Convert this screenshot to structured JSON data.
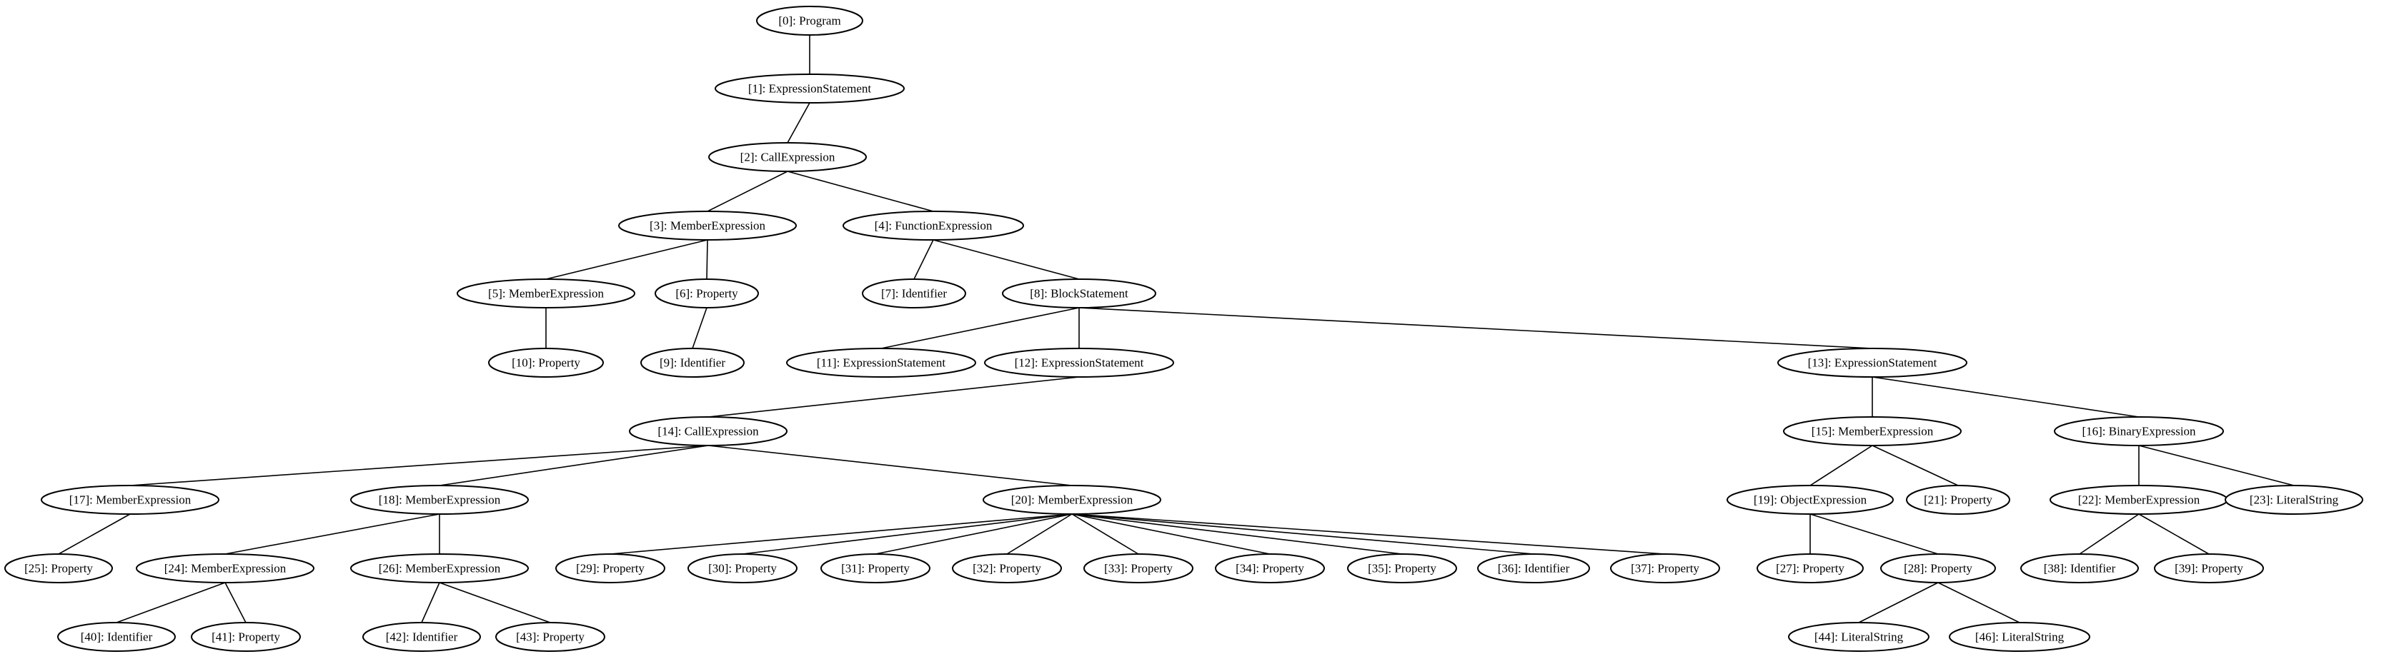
{
  "graph": {
    "nodes": [
      {
        "id": 0,
        "label": "[0]: Program"
      },
      {
        "id": 1,
        "label": "[1]: ExpressionStatement"
      },
      {
        "id": 2,
        "label": "[2]: CallExpression"
      },
      {
        "id": 3,
        "label": "[3]: MemberExpression"
      },
      {
        "id": 4,
        "label": "[4]: FunctionExpression"
      },
      {
        "id": 5,
        "label": "[5]: MemberExpression"
      },
      {
        "id": 6,
        "label": "[6]: Property"
      },
      {
        "id": 7,
        "label": "[7]: Identifier"
      },
      {
        "id": 8,
        "label": "[8]: BlockStatement"
      },
      {
        "id": 9,
        "label": "[9]: Identifier"
      },
      {
        "id": 10,
        "label": "[10]: Property"
      },
      {
        "id": 11,
        "label": "[11]: ExpressionStatement"
      },
      {
        "id": 12,
        "label": "[12]: ExpressionStatement"
      },
      {
        "id": 13,
        "label": "[13]: ExpressionStatement"
      },
      {
        "id": 14,
        "label": "[14]: CallExpression"
      },
      {
        "id": 15,
        "label": "[15]: MemberExpression"
      },
      {
        "id": 16,
        "label": "[16]: BinaryExpression"
      },
      {
        "id": 17,
        "label": "[17]: MemberExpression"
      },
      {
        "id": 18,
        "label": "[18]: MemberExpression"
      },
      {
        "id": 19,
        "label": "[19]: ObjectExpression"
      },
      {
        "id": 20,
        "label": "[20]: MemberExpression"
      },
      {
        "id": 21,
        "label": "[21]: Property"
      },
      {
        "id": 22,
        "label": "[22]: MemberExpression"
      },
      {
        "id": 23,
        "label": "[23]: LiteralString"
      },
      {
        "id": 24,
        "label": "[24]: MemberExpression"
      },
      {
        "id": 25,
        "label": "[25]: Property"
      },
      {
        "id": 26,
        "label": "[26]: MemberExpression"
      },
      {
        "id": 27,
        "label": "[27]: Property"
      },
      {
        "id": 28,
        "label": "[28]: Property"
      },
      {
        "id": 29,
        "label": "[29]: Property"
      },
      {
        "id": 30,
        "label": "[30]: Property"
      },
      {
        "id": 31,
        "label": "[31]: Property"
      },
      {
        "id": 32,
        "label": "[32]: Property"
      },
      {
        "id": 33,
        "label": "[33]: Property"
      },
      {
        "id": 34,
        "label": "[34]: Property"
      },
      {
        "id": 35,
        "label": "[35]: Property"
      },
      {
        "id": 36,
        "label": "[36]: Identifier"
      },
      {
        "id": 37,
        "label": "[37]: Property"
      },
      {
        "id": 38,
        "label": "[38]: Identifier"
      },
      {
        "id": 39,
        "label": "[39]: Property"
      },
      {
        "id": 40,
        "label": "[40]: Identifier"
      },
      {
        "id": 41,
        "label": "[41]: Property"
      },
      {
        "id": 42,
        "label": "[42]: Identifier"
      },
      {
        "id": 43,
        "label": "[43]: Property"
      },
      {
        "id": 44,
        "label": "[44]: LiteralString"
      },
      {
        "id": 46,
        "label": "[46]: LiteralString"
      }
    ],
    "edges": [
      [
        0,
        1
      ],
      [
        1,
        2
      ],
      [
        2,
        3
      ],
      [
        2,
        4
      ],
      [
        3,
        5
      ],
      [
        3,
        6
      ],
      [
        4,
        7
      ],
      [
        4,
        8
      ],
      [
        5,
        10
      ],
      [
        6,
        9
      ],
      [
        8,
        11
      ],
      [
        8,
        12
      ],
      [
        8,
        13
      ],
      [
        12,
        14
      ],
      [
        13,
        15
      ],
      [
        13,
        16
      ],
      [
        14,
        17
      ],
      [
        14,
        18
      ],
      [
        14,
        20
      ],
      [
        15,
        19
      ],
      [
        15,
        21
      ],
      [
        16,
        22
      ],
      [
        16,
        23
      ],
      [
        17,
        25
      ],
      [
        18,
        24
      ],
      [
        18,
        26
      ],
      [
        19,
        27
      ],
      [
        19,
        28
      ],
      [
        20,
        29
      ],
      [
        20,
        30
      ],
      [
        20,
        31
      ],
      [
        20,
        32
      ],
      [
        20,
        33
      ],
      [
        20,
        34
      ],
      [
        20,
        35
      ],
      [
        20,
        36
      ],
      [
        20,
        37
      ],
      [
        22,
        38
      ],
      [
        22,
        39
      ],
      [
        24,
        40
      ],
      [
        24,
        41
      ],
      [
        26,
        42
      ],
      [
        26,
        43
      ],
      [
        28,
        44
      ],
      [
        28,
        46
      ]
    ]
  }
}
